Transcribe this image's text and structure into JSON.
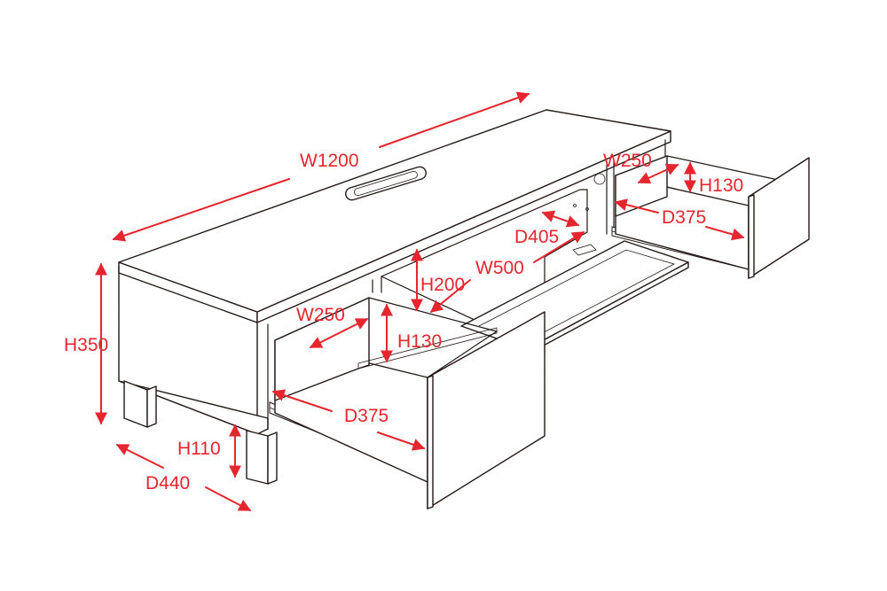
{
  "accent_color": "#e6262e",
  "outline_color": "#231815",
  "dimensions": {
    "width": "W1200",
    "height": "H350",
    "leg_height": "H110",
    "depth": "D440",
    "shelf_height": "H200",
    "shelf_width": "W500",
    "shelf_depth": "D405",
    "left_drawer_width": "W250",
    "left_drawer_height": "H130",
    "left_drawer_depth": "D375",
    "right_drawer_width": "W250",
    "right_drawer_height": "H130",
    "right_drawer_depth": "D375"
  }
}
